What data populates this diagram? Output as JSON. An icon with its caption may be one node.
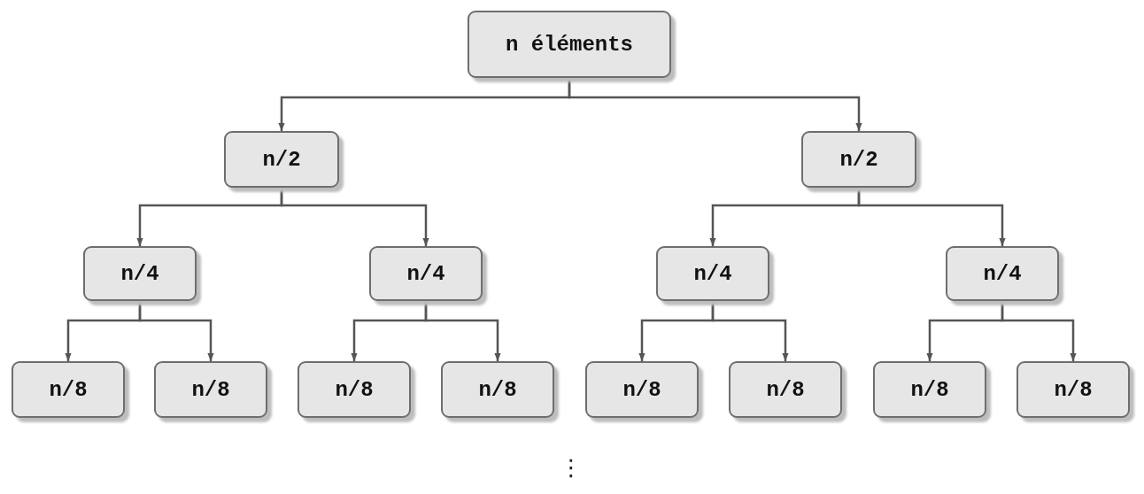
{
  "diagram": {
    "nodes": [
      {
        "text": [
          "n éléments"
        ]
      },
      {
        "text": [
          "n/2"
        ]
      },
      {
        "text": [
          "n/2"
        ]
      },
      {
        "text": [
          "n/4"
        ]
      },
      {
        "text": [
          "n/4"
        ]
      },
      {
        "text": [
          "n/4"
        ]
      },
      {
        "text": [
          "n/4"
        ]
      },
      {
        "text": [
          "n/8"
        ]
      },
      {
        "text": [
          "n/8"
        ]
      },
      {
        "text": [
          "n/8"
        ]
      },
      {
        "text": [
          "n/8"
        ]
      },
      {
        "text": [
          "n/8"
        ]
      },
      {
        "text": [
          "n/8"
        ]
      },
      {
        "text": [
          "n/8"
        ]
      },
      {
        "text": [
          "n/8"
        ]
      }
    ],
    "edges": [
      {
        "from": 0,
        "to": 1,
        "arrow": "to"
      },
      {
        "from": 0,
        "to": 2,
        "arrow": "to"
      },
      {
        "from": 1,
        "to": 3,
        "arrow": "to"
      },
      {
        "from": 1,
        "to": 4,
        "arrow": "to"
      },
      {
        "from": 2,
        "to": 5,
        "arrow": "to"
      },
      {
        "from": 2,
        "to": 6,
        "arrow": "to"
      },
      {
        "from": 3,
        "to": 7,
        "arrow": "to"
      },
      {
        "from": 3,
        "to": 8,
        "arrow": "to"
      },
      {
        "from": 4,
        "to": 9,
        "arrow": "to"
      },
      {
        "from": 4,
        "to": 10,
        "arrow": "to"
      },
      {
        "from": 5,
        "to": 11,
        "arrow": "to"
      },
      {
        "from": 5,
        "to": 12,
        "arrow": "to"
      },
      {
        "from": 6,
        "to": 13,
        "arrow": "to"
      },
      {
        "from": 6,
        "to": 14,
        "arrow": "to"
      }
    ],
    "labels": [
      "⋮"
    ]
  }
}
